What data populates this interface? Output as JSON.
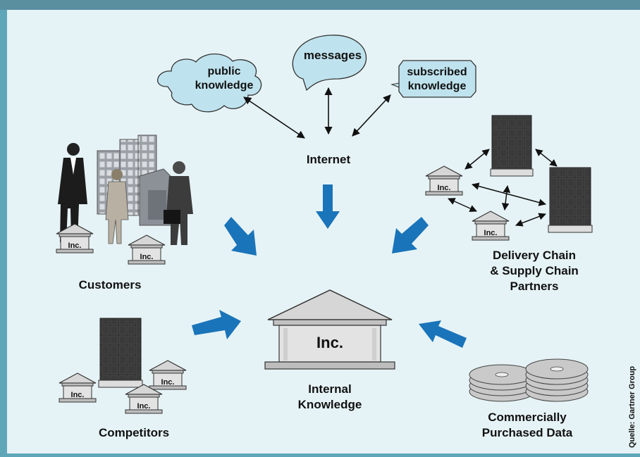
{
  "header": {
    "title": ""
  },
  "clouds": {
    "public_line1": "public",
    "public_line2": "knowledge",
    "messages": "messages",
    "subscribed_line1": "subscribed",
    "subscribed_line2": "knowledge"
  },
  "labels": {
    "internet": "Internet",
    "customers": "Customers",
    "delivery_line1": "Delivery Chain",
    "delivery_line2": "& Supply Chain",
    "delivery_line3": "Partners",
    "competitors": "Competitors",
    "internal_line1": "Internal",
    "internal_line2": "Knowledge",
    "commercial_line1": "Commercially",
    "commercial_line2": "Purchased Data"
  },
  "building_label": "Inc.",
  "source": "Quelle: Gartner Group",
  "colors": {
    "background": "#e6f3f6",
    "border": "#5fa7b8",
    "cloud_fill": "#bfe3ee",
    "arrow_blue": "#1a74b9",
    "building_dark": "#2e2e2e"
  }
}
